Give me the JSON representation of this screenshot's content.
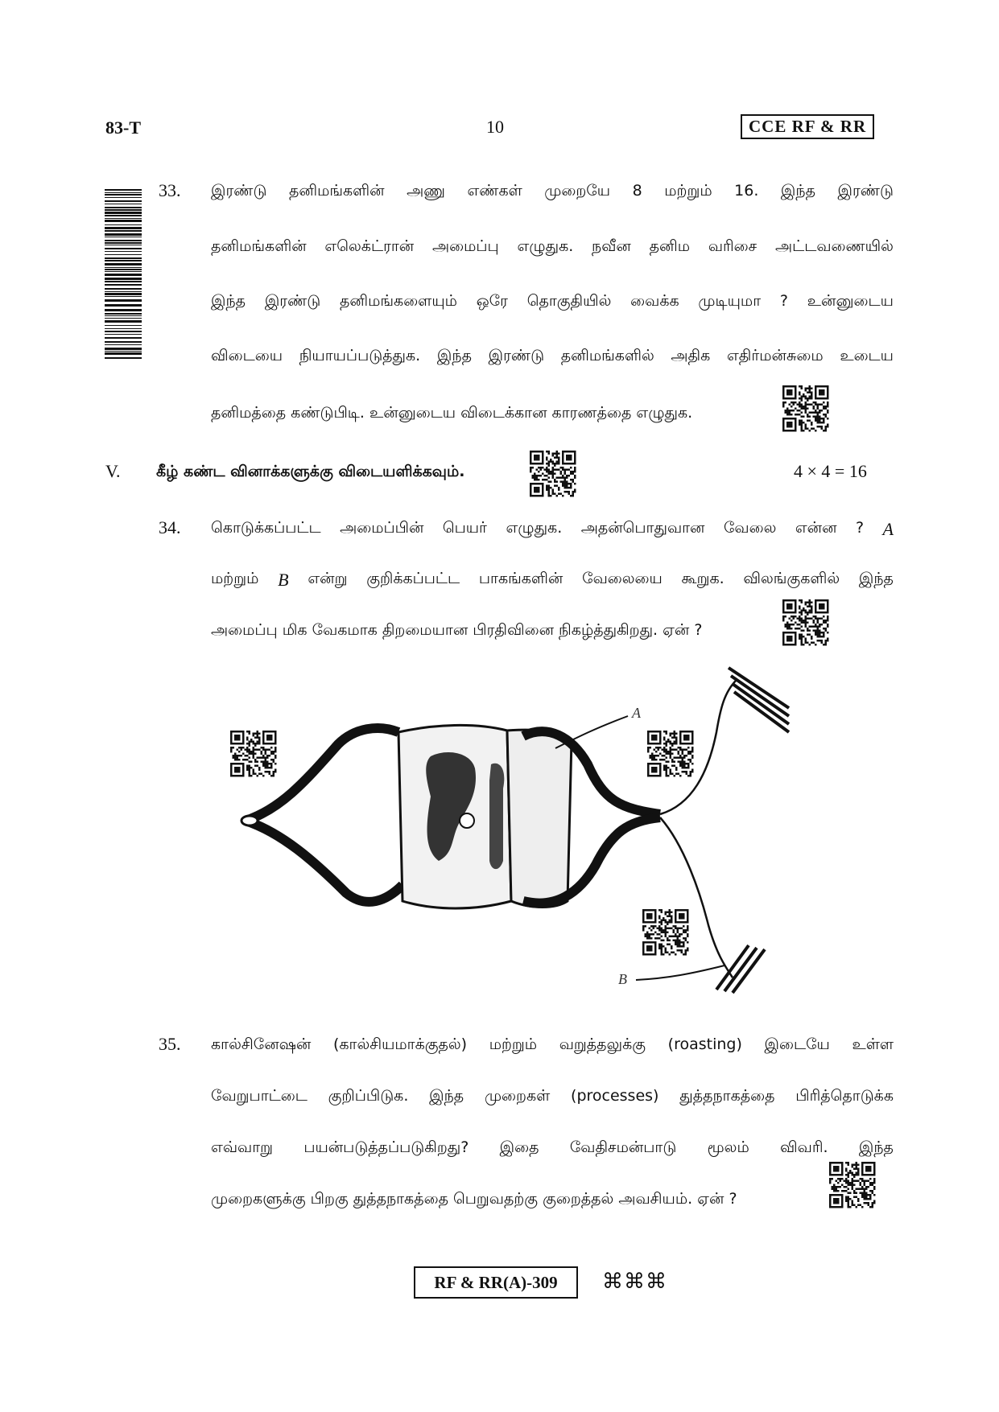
{
  "header": {
    "code": "83-T",
    "page_number": "10",
    "series_box": "CCE  RF & RR"
  },
  "q33": {
    "number": "33.",
    "lines": [
      [
        "இரண்டு",
        "தனிமங்களின்",
        "அணு",
        "எண்கள்",
        "முறையே",
        "8",
        "மற்றும்",
        "16.",
        "இந்த",
        "இரண்டு"
      ],
      [
        "தனிமங்களின்",
        "எலெக்ட்ரான்",
        "அமைப்பு",
        "எழுதுக.",
        "நவீன",
        "தனிம",
        "வரிசை",
        "அட்டவணையில்"
      ],
      [
        "இந்த",
        "இரண்டு",
        "தனிமங்களையும்",
        "ஒரே",
        "தொகுதியில்",
        "வைக்க",
        "முடியுமா",
        "?",
        "உன்னுடைய"
      ],
      [
        "விடையை",
        "நியாயப்படுத்துக.",
        "இந்த",
        "இரண்டு",
        "தனிமங்களில்",
        "அதிக",
        "எதிர்மன்சுமை",
        "உடைய"
      ]
    ],
    "last_line": "தனிமத்தை கண்டுபிடி. உன்னுடைய விடைக்கான காரணத்தை எழுதுக."
  },
  "section_v": {
    "roman": "V.",
    "instruction": "கீழ் கண்ட வினாக்களுக்கு விடையளிக்கவும்.",
    "marks": "4 × 4 = 16"
  },
  "q34": {
    "number": "34.",
    "line1": [
      "கொடுக்கப்பட்ட",
      "அமைப்பின்",
      "பெயர்",
      "எழுதுக.",
      "அதன்பொதுவான",
      "வேலை",
      "என்ன",
      "?"
    ],
    "line1_var": "A",
    "line2_pre": "மற்றும்",
    "line2_var": "B",
    "line2": [
      "என்று",
      "குறிக்கப்பட்ட",
      "பாகங்களின்",
      "வேலையை",
      "கூறுக.",
      "விலங்குகளில்",
      "இந்த"
    ],
    "line3": "அமைப்பு மிக வேகமாக திறமையான பிரதிவினை நிகழ்த்துகிறது. ஏன் ?",
    "diagram_label_a": "A",
    "diagram_label_b": "B"
  },
  "q35": {
    "number": "35.",
    "lines": [
      [
        "கால்சினேஷன்",
        "(கால்சியமாக்குதல்)",
        "மற்றும்",
        "வறுத்தலுக்கு",
        "(roasting)",
        "இடையே",
        "உள்ள"
      ],
      [
        "வேறுபாட்டை",
        "குறிப்பிடுக.",
        "இந்த",
        "முறைகள்",
        "(processes)",
        "துத்தநாகத்தை",
        "பிரித்தொடுக்க"
      ],
      [
        "எவ்வாறு",
        "பயன்படுத்தப்படுகிறது?",
        "இதை",
        "வேதிசமன்பாடு",
        "மூலம்",
        "விவரி.",
        "இந்த"
      ]
    ],
    "last_line": "முறைகளுக்கு பிறகு துத்தநாகத்தை பெறுவதற்கு குறைத்தல் அவசியம். ஏன் ?"
  },
  "footer": {
    "code": "RF & RR(A)-309",
    "mark": "⌘⌘⌘"
  }
}
